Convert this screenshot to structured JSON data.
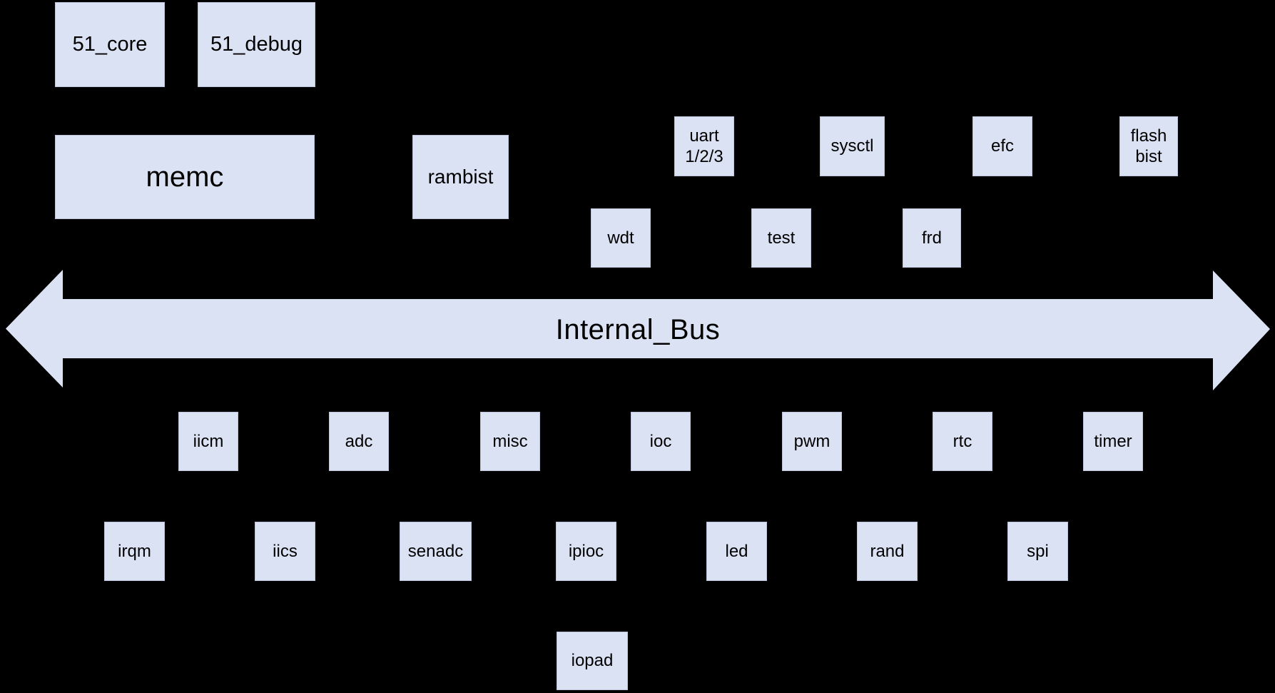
{
  "colors": {
    "background": "#000000",
    "block_fill": "#dbe2f4",
    "text": "#000000"
  },
  "bus": {
    "label": "Internal_Bus"
  },
  "blocks": {
    "core51": "51_core",
    "debug51": "51_debug",
    "memc": "memc",
    "rambist": "rambist",
    "uart": "uart\n1/2/3",
    "sysctl": "sysctl",
    "efc": "efc",
    "flashbist": "flash\nbist",
    "wdt": "wdt",
    "test": "test",
    "frd": "frd",
    "iicm": "iicm",
    "adc": "adc",
    "misc": "misc",
    "ioc": "ioc",
    "pwm": "pwm",
    "rtc": "rtc",
    "timer": "timer",
    "irqm": "irqm",
    "iics": "iics",
    "senadc": "senadc",
    "ipioc": "ipioc",
    "led": "led",
    "rand": "rand",
    "spi": "spi",
    "iopad": "iopad"
  }
}
